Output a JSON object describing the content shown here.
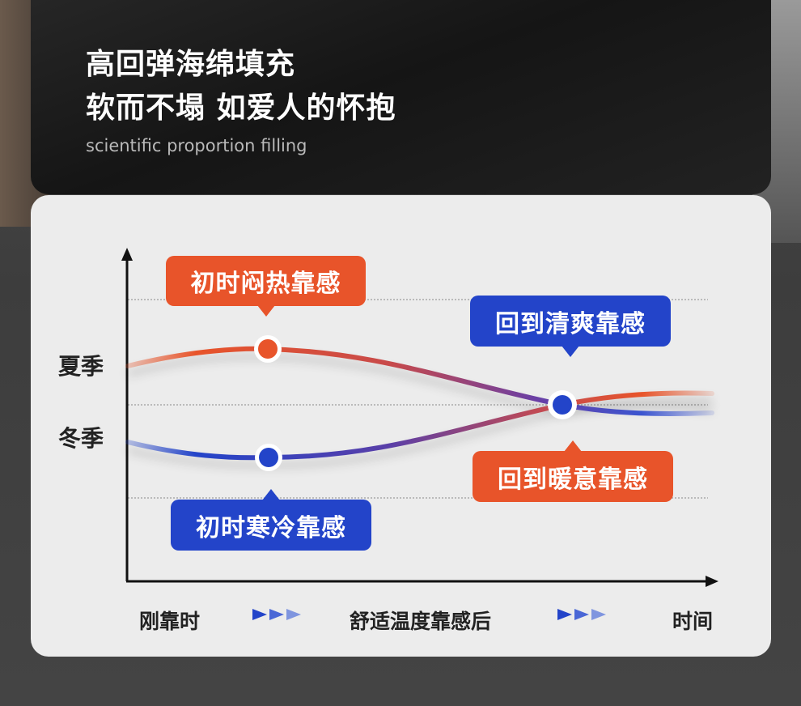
{
  "header": {
    "title_line1": "高回弹海绵填充",
    "title_line2": "软而不塌 如爱人的怀抱",
    "subtitle": "scientific proportion filling"
  },
  "colors": {
    "summer_curve": "#e8542a",
    "winter_curve": "#2344c9",
    "mid_curve": "#7a3f9a"
  },
  "chart_data": {
    "type": "line",
    "y_labels": [
      "夏季",
      "冬季"
    ],
    "x_labels": [
      "刚靠时",
      "舒适温度靠感后",
      "时间"
    ],
    "annotations": {
      "summer_start": "初时闷热靠感",
      "summer_end": "回到清爽靠感",
      "winter_start": "初时寒冷靠感",
      "winter_end": "回到暖意靠感"
    },
    "series": [
      {
        "name": "夏季",
        "trend": "starts high, falls to neutral"
      },
      {
        "name": "冬季",
        "trend": "starts low, rises to neutral"
      }
    ]
  }
}
